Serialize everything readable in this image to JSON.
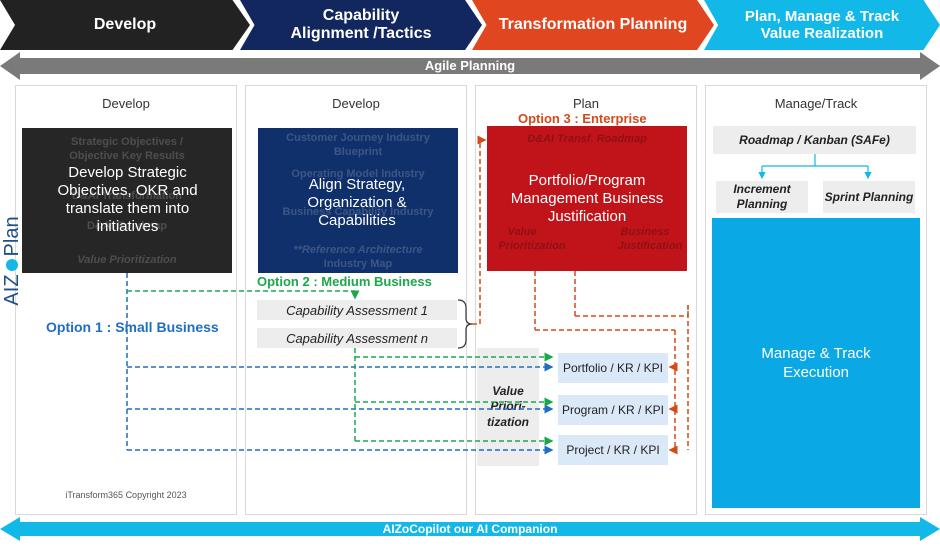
{
  "phases": [
    {
      "label": "Develop",
      "color": "#222222"
    },
    {
      "label": "Capability Alignment /Tactics",
      "color": "#12275e"
    },
    {
      "label": "Transformation Planning",
      "color": "#e0461f"
    },
    {
      "label": "Plan, Manage & Track Value Realization",
      "color": "#11b8e8"
    }
  ],
  "agile_bar": {
    "label": "Agile Planning",
    "color": "#7a7a7a"
  },
  "bottom_bar": {
    "label": "AIZoCopilot our AI Companion",
    "color": "#11b8e8"
  },
  "side_label": {
    "prefix": "AIZ",
    "suffix": "Plan"
  },
  "columns": {
    "col1": {
      "title": "Develop",
      "box": "Develop Strategic Objectives, OKR and translate them into initiatives",
      "ghost_lines": [
        "Strategic Objectives /",
        "Objective Key Results",
        "D&AI Transformation",
        "D&AI Roadmap"
      ],
      "value_prioritization": "Value Prioritization",
      "copyright": "iTransform365 Copyright 2023"
    },
    "col2": {
      "title": "Develop",
      "box": "Align Strategy, Organization & Capabilities",
      "ghost_lines": [
        "Customer Journey Industry",
        "Blueprint",
        "Operating Model Industry",
        "Business Capability Industry",
        "**Reference Architecture",
        "Industry Map"
      ],
      "cap1": "Capability Assessment 1",
      "capn": "Capability Assessment n"
    },
    "col3": {
      "title": "Plan",
      "box": "Portfolio/Program Management Business Justification",
      "ghost_lines": [
        "D&AI Transf. Roadmap",
        "Value",
        "Business",
        "Prioritization",
        "Justification"
      ],
      "value_prior": "Value Priori- tization",
      "kpi": [
        "Portfolio / KR / KPI",
        "Program / KR / KPI",
        "Project / KR / KPI"
      ]
    },
    "col4": {
      "title": "Manage/Track",
      "roadmap": "Roadmap / Kanban (SAFe)",
      "increment": "Increment Planning",
      "sprint": "Sprint Planning",
      "execution": "Manage & Track Execution"
    }
  },
  "options": [
    {
      "label": "Option 1 : Small Business",
      "color": "#1f6fbf"
    },
    {
      "label": "Option 2 : Medium Business",
      "color": "#1aa84a"
    },
    {
      "label": "Option 3 : Enterprise",
      "color": "#d64a1a"
    }
  ]
}
